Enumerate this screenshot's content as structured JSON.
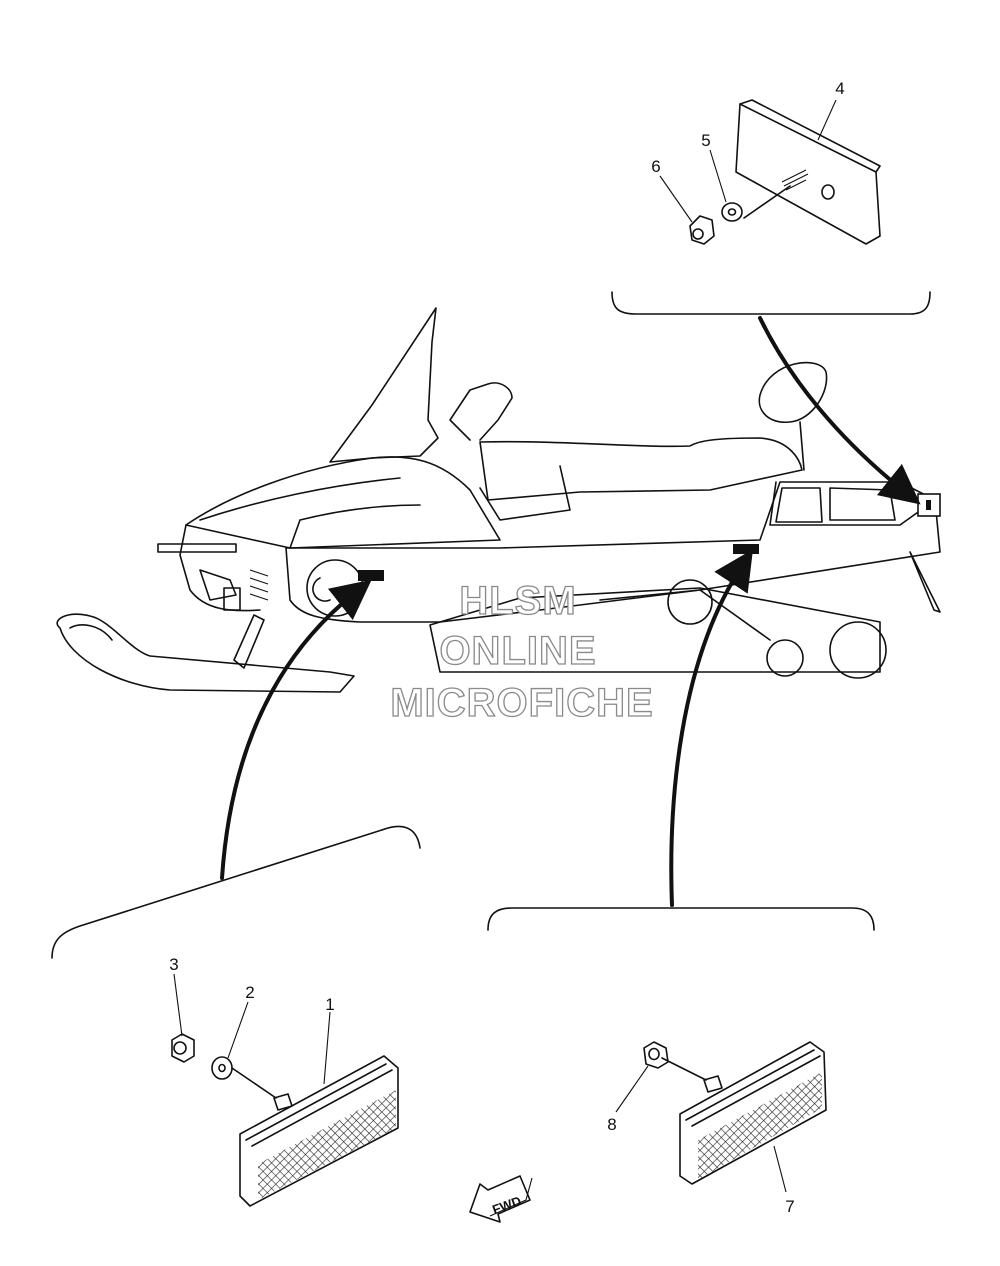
{
  "callouts": [
    {
      "label": "1",
      "part": "reflector-front"
    },
    {
      "label": "2",
      "part": "washer-front"
    },
    {
      "label": "3",
      "part": "nut-front"
    },
    {
      "label": "4",
      "part": "reflector-rear"
    },
    {
      "label": "5",
      "part": "washer-rear"
    },
    {
      "label": "6",
      "part": "nut-rear"
    },
    {
      "label": "7",
      "part": "reflector-middle"
    },
    {
      "label": "8",
      "part": "nut-middle"
    }
  ],
  "watermark": {
    "line1": "HLSM",
    "line2": "ONLINE",
    "line3": "MICROFICHE"
  },
  "direction_marker": {
    "label": "FWD"
  }
}
